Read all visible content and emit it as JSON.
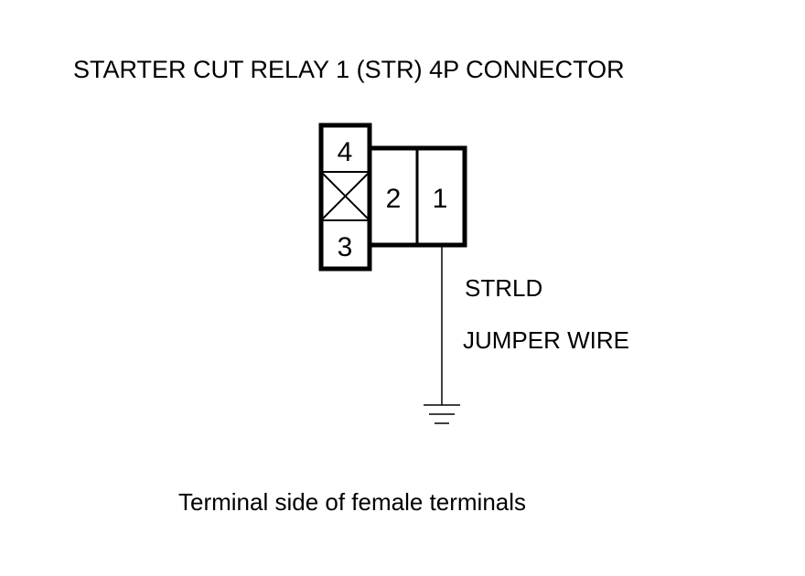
{
  "title": "STARTER CUT RELAY 1 (STR) 4P CONNECTOR",
  "connector": {
    "terminals": [
      {
        "id": "4",
        "label": "4"
      },
      {
        "id": "blank",
        "label": ""
      },
      {
        "id": "3",
        "label": "3"
      },
      {
        "id": "2",
        "label": "2"
      },
      {
        "id": "1",
        "label": "1"
      }
    ]
  },
  "wire": {
    "signal": "STRLD",
    "type": "JUMPER WIRE"
  },
  "caption": "Terminal side of female terminals",
  "colors": {
    "line": "#000000",
    "background": "#ffffff"
  }
}
